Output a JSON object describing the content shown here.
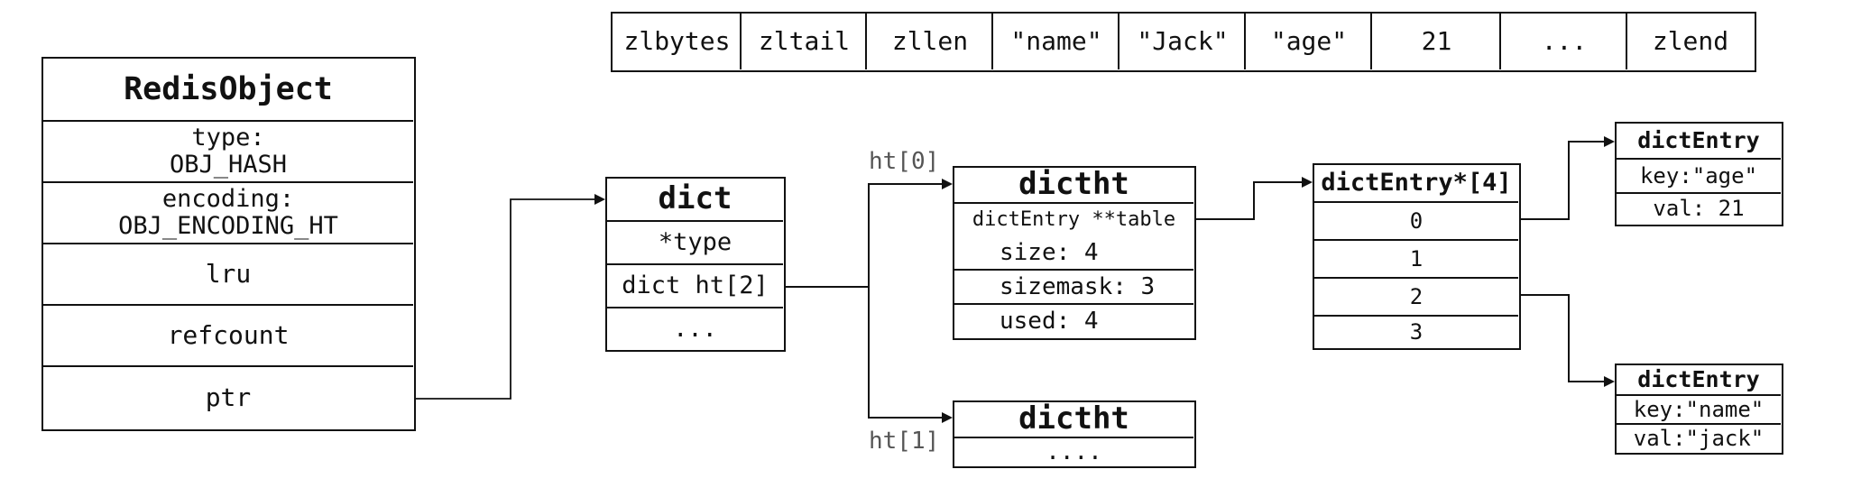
{
  "ziplist": {
    "cells": [
      "zlbytes",
      "zltail",
      "zllen",
      "\"name\"",
      "\"Jack\"",
      "\"age\"",
      "21",
      "...",
      "zlend"
    ]
  },
  "redis_object": {
    "title": "RedisObject",
    "type_line1": "type:",
    "type_line2": "OBJ_HASH",
    "encoding_line1": "encoding:",
    "encoding_line2": "OBJ_ENCODING_HT",
    "lru": "lru",
    "refcount": "refcount",
    "ptr": "ptr"
  },
  "dict": {
    "title": "dict",
    "type": "*type",
    "ht": "dict ht[2]",
    "more": "..."
  },
  "ht_labels": {
    "ht0": "ht[0]",
    "ht1": "ht[1]"
  },
  "dictht0": {
    "title": "dictht",
    "table": "dictEntry **table",
    "size": "size: 4",
    "sizemask": "sizemask: 3",
    "used": "used: 4"
  },
  "dictht1": {
    "title": "dictht",
    "more": "...."
  },
  "table_array": {
    "title": "dictEntry*[4]",
    "slots": [
      "0",
      "1",
      "2",
      "3"
    ]
  },
  "entry_age": {
    "title": "dictEntry",
    "key": "key:\"age\"",
    "val": "val: 21"
  },
  "entry_name": {
    "title": "dictEntry",
    "key": "key:\"name\"",
    "val": "val:\"jack\""
  }
}
